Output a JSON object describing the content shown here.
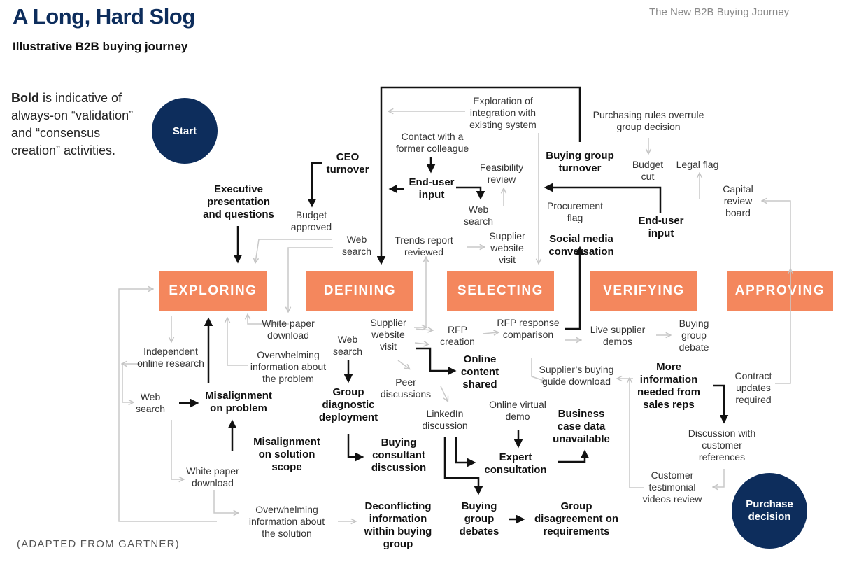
{
  "header": {
    "title": "A Long, Hard Slog",
    "subtitle": "Illustrative B2B buying journey",
    "brand": "The New B2B Buying Journey"
  },
  "legend": {
    "bold_word": "Bold",
    "rest": " is indicative of always-on “validation” and “consensus creation” activities."
  },
  "source": "(ADAPTED FROM GARTNER)",
  "start_label": "Start",
  "end_label": "Purchase decision",
  "stages": [
    "EXPLORING",
    "DEFINING",
    "SELECTING",
    "VERIFYING",
    "APPROVING"
  ],
  "nodes": {
    "exploration_integration": "Exploration of integration with existing system",
    "purchasing_rules": "Purchasing rules overrule group decision",
    "contact_colleague": "Contact with a former colleague",
    "ceo_turnover": "CEO turnover",
    "feasibility": "Feasibility review",
    "buying_group_turnover": "Buying group turnover",
    "budget_cut": "Budget cut",
    "legal_flag": "Legal flag",
    "end_user_input_1": "End-user input",
    "capital_review": "Capital review board",
    "exec_presentation": "Executive presentation and questions",
    "budget_approved": "Budget approved",
    "web_search_defining": "Web search",
    "procurement_flag": "Procurement flag",
    "end_user_input_2": "End-user input",
    "web_search_top": "Web search",
    "trends_report": "Trends report reviewed",
    "supplier_visit_top": "Supplier website visit",
    "social_media": "Social media conversation",
    "white_paper_1": "White paper download",
    "supplier_visit_mid": "Supplier website visit",
    "rfp_creation": "RFP creation",
    "rfp_response": "RFP response comparison",
    "live_demos": "Live supplier demos",
    "buying_group_debate_1": "Buying group debate",
    "independent_research": "Independent online research",
    "overwhelming_problem": "Overwhelming information about the problem",
    "web_search_mid": "Web search",
    "online_content": "Online content shared",
    "more_info": "More information needed from sales reps",
    "contract_updates": "Contract updates required",
    "web_search_left": "Web search",
    "misalignment_problem": "Misalignment on problem",
    "group_diagnostic": "Group diagnostic deployment",
    "peer_discussions": "Peer discussions",
    "supplier_guide": "Supplier’s buying guide download",
    "linkedin": "LinkedIn discussion",
    "online_virtual_demo": "Online virtual demo",
    "business_case": "Business case data unavailable",
    "discussion_references": "Discussion with customer references",
    "misalignment_scope": "Misalignment on solution scope",
    "buying_consultant": "Buying consultant discussion",
    "expert_consultation": "Expert consultation",
    "white_paper_2": "White paper download",
    "customer_testimonial": "Customer testimonial videos review",
    "overwhelming_solution": "Overwhelming information about the solution",
    "deconflicting": "Deconflicting information within buying group",
    "buying_group_debates_2": "Buying group debates",
    "group_disagreement": "Group disagreement on requirements"
  },
  "colors": {
    "navy": "#0d2d5c",
    "stage": "#f4875d",
    "bold_arrow": "#111111",
    "light_arrow": "#c4c4c4"
  }
}
